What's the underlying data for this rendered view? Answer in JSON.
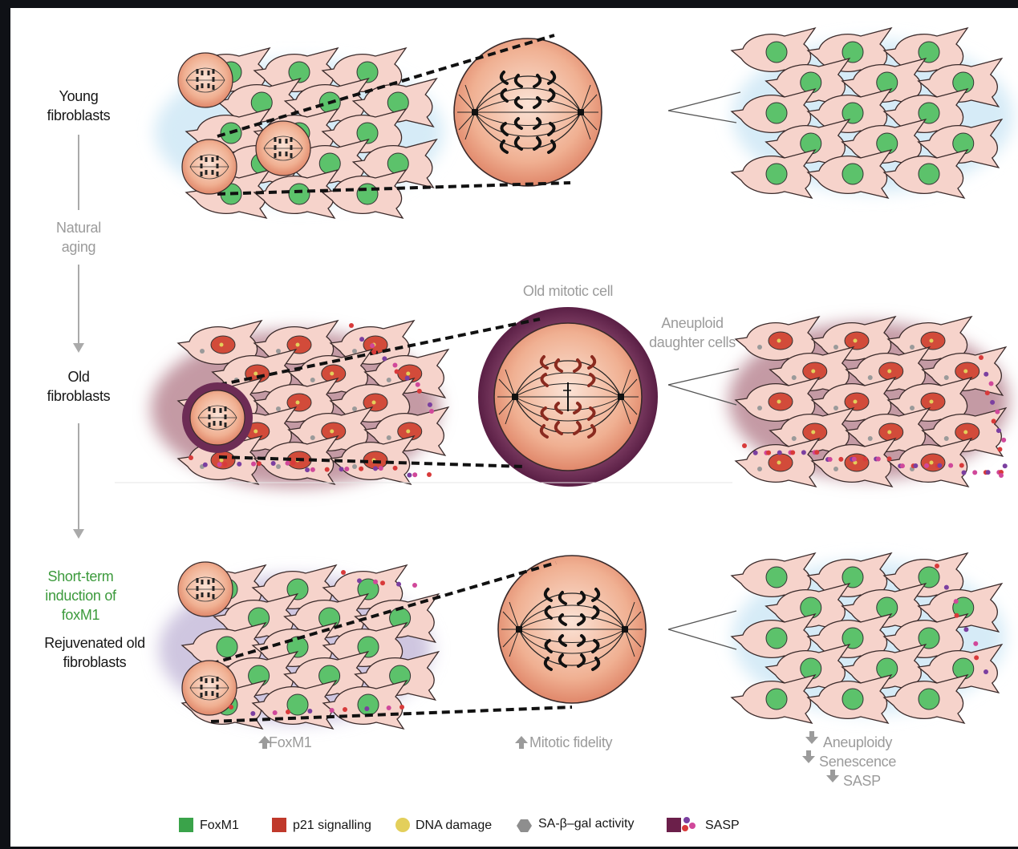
{
  "rows": {
    "young": {
      "label": "Young fibroblasts"
    },
    "aging": {
      "label": "Natural aging"
    },
    "old": {
      "label": "Old fibroblasts"
    },
    "induction": {
      "label": "Short-term induction of foxM1"
    },
    "rejuvenated": {
      "label": "Rejuvenated old fibroblasts"
    }
  },
  "annotations": {
    "old_mitotic_cell": "Old mitotic cell",
    "aneuploid_daughters": "Aneuploid daughter cells"
  },
  "outcomes": {
    "foxm1": "FoxM1",
    "mitotic_fidelity": "Mitotic fidelity",
    "aneuploidy": "Aneuploidy",
    "senescence": "Senescence",
    "sasp": "SASP"
  },
  "legend": [
    {
      "label": "FoxM1",
      "color": "#3aa34a",
      "icon": "square-icon"
    },
    {
      "label": "p21 signalling",
      "color": "#c0392b",
      "icon": "square-icon"
    },
    {
      "label": "DNA damage",
      "color": "#e3cf5b",
      "icon": "circle-icon"
    },
    {
      "label": "SA-β–gal activity",
      "color": "#8e8e8e",
      "icon": "hexagon-icon"
    },
    {
      "label": "SASP",
      "color": "#6b1f4a",
      "icon": "sasp-icon"
    }
  ],
  "colors": {
    "cell_fill": "#f6d3cb",
    "nucleus_green": "#5cc26b",
    "nucleus_red": "#d24b3a",
    "mitotic_fill": "#eea788",
    "old_halo": "#6d2c55",
    "young_bg": "#d6ebf7",
    "old_bg": "#c49aa4"
  }
}
